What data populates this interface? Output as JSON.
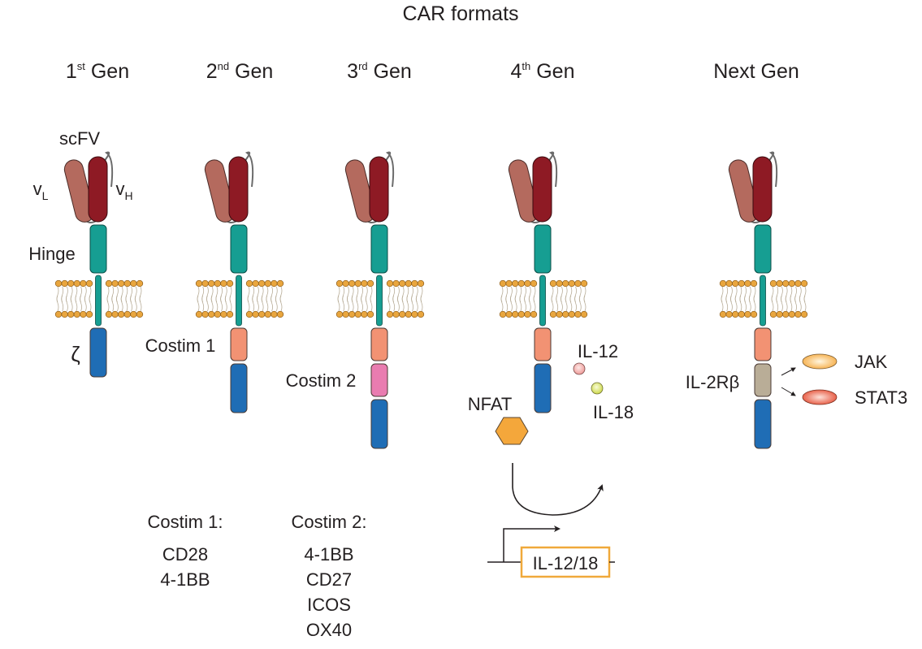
{
  "title": "CAR formats",
  "generations": [
    {
      "id": "gen1",
      "num": "1",
      "sup": "st",
      "label": "Gen"
    },
    {
      "id": "gen2",
      "num": "2",
      "sup": "nd",
      "label": "Gen"
    },
    {
      "id": "gen3",
      "num": "3",
      "sup": "rd",
      "label": "Gen"
    },
    {
      "id": "gen4",
      "num": "4",
      "sup": "th",
      "label": "Gen"
    },
    {
      "id": "next",
      "num": "",
      "sup": "",
      "label": "Next Gen"
    }
  ],
  "labels": {
    "scfv": "scFV",
    "vl_main": "v",
    "vl_sub": "L",
    "vh_main": "v",
    "vh_sub": "H",
    "hinge": "Hinge",
    "zeta": "ζ",
    "costim1": "Costim 1",
    "costim2": "Costim 2",
    "il12": "IL-12",
    "il18": "IL-18",
    "nfat": "NFAT",
    "il2rb": "IL-2Rβ",
    "jak": "JAK",
    "stat3": "STAT3",
    "gene": "IL-12/18"
  },
  "costim_lists": [
    {
      "heading": "Costim 1:",
      "items": [
        "CD28",
        "4-1BB"
      ]
    },
    {
      "heading": "Costim 2:",
      "items": [
        "4-1BB",
        "CD27",
        "ICOS",
        "OX40"
      ]
    }
  ],
  "colors": {
    "vl": "#b46a5e",
    "vh": "#8e1a24",
    "hinge": "#169e92",
    "zeta": "#1f6db5",
    "costim1": "#f29273",
    "costim2": "#e97cb0",
    "il2rb": "#b9ad97",
    "lipid_head": "#e9a63e",
    "nfat": "#f4a73b",
    "il12": "#f3a6a4",
    "il18": "#dbe36a",
    "jak": "#f6b24a",
    "stat3": "#e6533a",
    "gene_box": "#f0a93b"
  }
}
